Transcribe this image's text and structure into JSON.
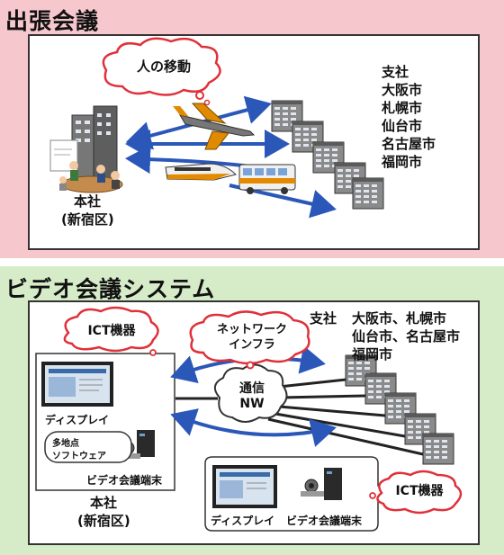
{
  "business_trip": {
    "title": "出張会議",
    "cloud_label": "人の移動",
    "branches_label": "支社",
    "branch_cities": [
      "大阪市",
      "札幌市",
      "仙台市",
      "名古屋市",
      "福岡市"
    ],
    "hq_label": "本社",
    "hq_sub": "(新宿区)"
  },
  "video_conf": {
    "title": "ビデオ会議システム",
    "ict_cloud_left": "ICT機器",
    "network_cloud": [
      "ネットワーク",
      "インフラ"
    ],
    "comm_cloud": [
      "通信",
      "NW"
    ],
    "branches_label": "支社",
    "branch_cities_lines": [
      "大阪市、札幌市",
      "仙台市、名古屋市",
      "福岡市"
    ],
    "display_label": "ディスプレイ",
    "software_label": [
      "多地点",
      "ソフトウェア"
    ],
    "terminal_label": "ビデオ会議端末",
    "hq_label": "本社",
    "hq_sub": "(新宿区)",
    "ict_cloud_right": "ICT機器",
    "branch_display_label": "ディスプレイ",
    "branch_terminal_label": "ビデオ会議端末"
  },
  "colors": {
    "top_bg": "#f6c7cc",
    "bottom_bg": "#d6ecc8",
    "arrow_blue": "#2b57b8",
    "cloud_red": "#e0303a",
    "building_gray": "#7a7a7a"
  }
}
